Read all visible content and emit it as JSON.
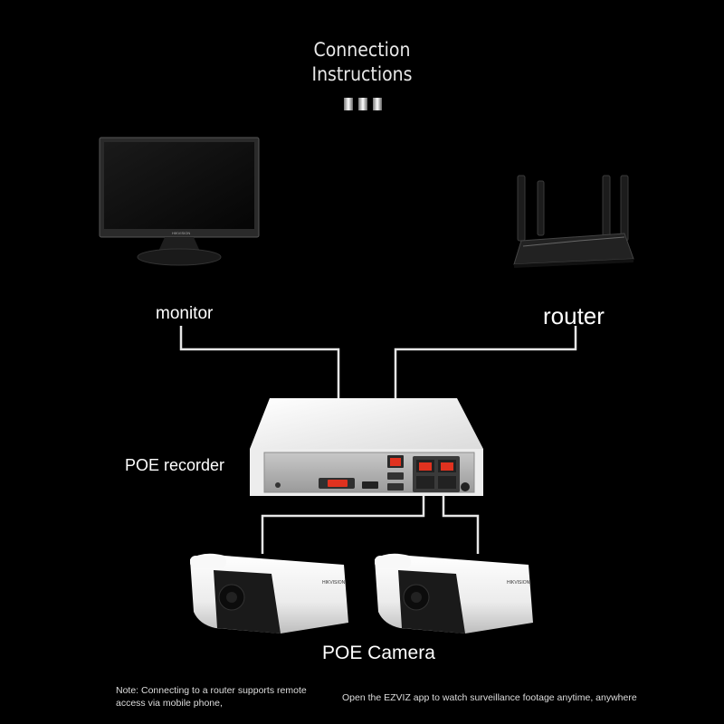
{
  "title": {
    "line1": "Connection",
    "line2": "Instructions"
  },
  "labels": {
    "monitor": "monitor",
    "router": "router",
    "recorder": "POE recorder",
    "camera": "POE Camera"
  },
  "notes": {
    "left": "Note: Connecting to a router supports remote access via mobile phone,",
    "right": "Open the EZVIZ app to watch surveillance footage anytime, anywhere"
  },
  "brand": {
    "monitor": "HIKVISION",
    "camera": "HIKVISION"
  },
  "colors": {
    "background": "#000000",
    "cable": "#e6e6e6",
    "port_highlight": "#e0321f",
    "device_white": "#f2f2f2"
  }
}
